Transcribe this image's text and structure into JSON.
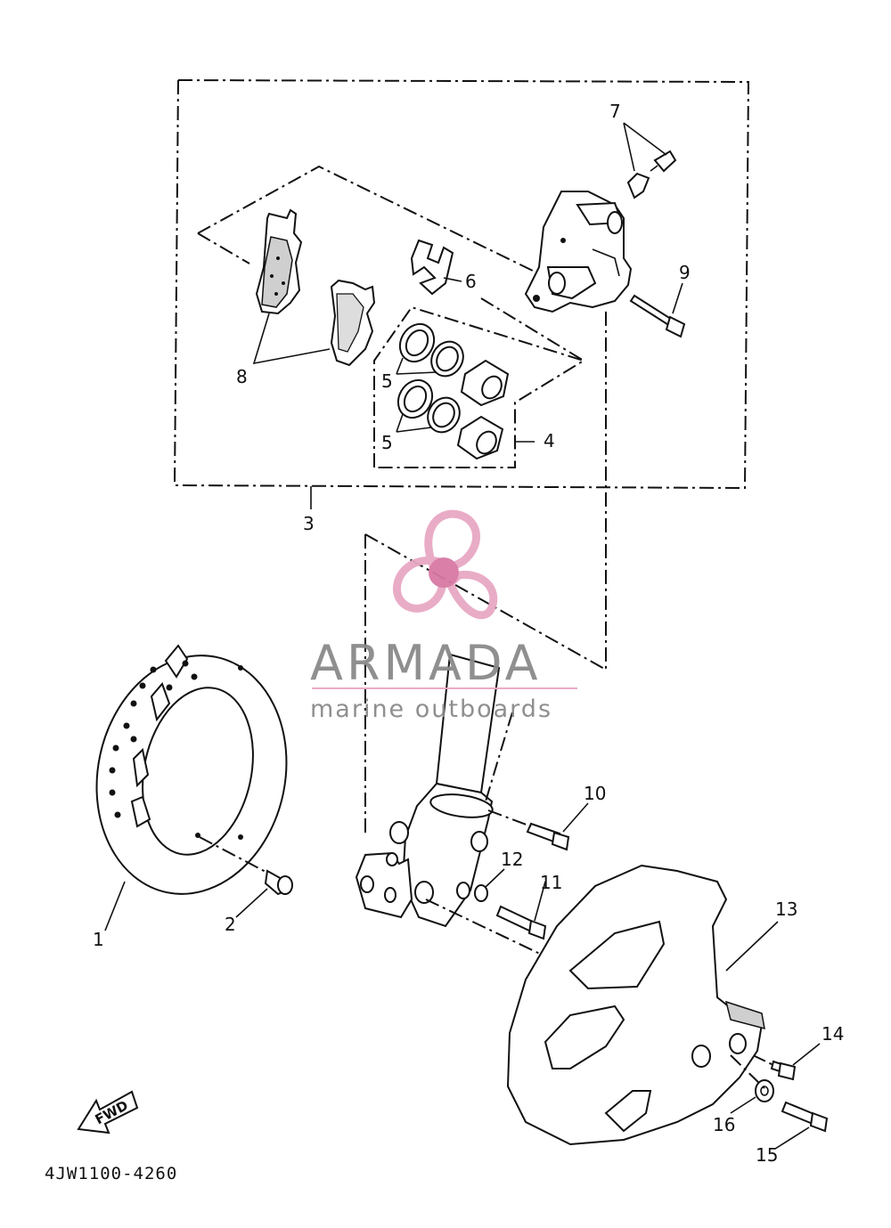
{
  "diagram_code": "4JW1100-4260",
  "direction_label": "FWD",
  "watermark": {
    "brand": "ARMADA",
    "tagline": "marine outboards",
    "colors": {
      "pink": "#e8a8c4",
      "dark_pink": "#d779a4",
      "gray": "#8a8a8a"
    }
  },
  "callouts": {
    "c1": "1",
    "c2": "2",
    "c3": "3",
    "c4": "4",
    "c5a": "5",
    "c5b": "5",
    "c6": "6",
    "c7": "7",
    "c8": "8",
    "c9": "9",
    "c10": "10",
    "c11": "11",
    "c12": "12",
    "c13": "13",
    "c14": "14",
    "c15": "15",
    "c16": "16"
  },
  "icons": {
    "caliper": "brake-caliper-icon",
    "disc": "brake-disc-icon",
    "fender": "front-fender-icon",
    "fork": "front-fork-icon",
    "logo": "propeller-logo-icon"
  }
}
